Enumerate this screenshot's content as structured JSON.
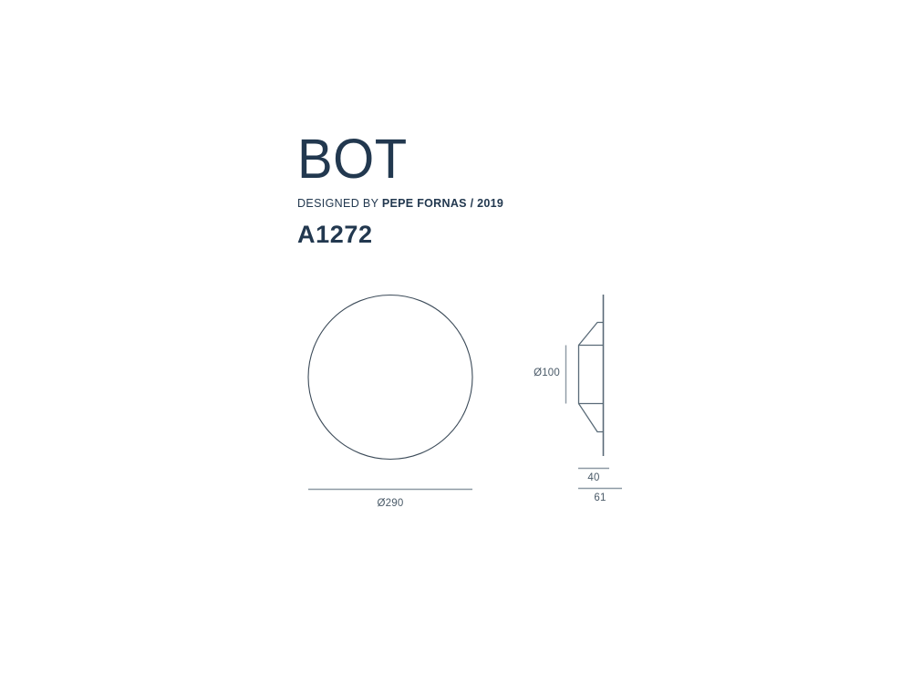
{
  "sheet": {
    "background_color": "#ffffff",
    "ink_color": "#22384f",
    "line_color": "#6b7a87"
  },
  "title_block": {
    "product_name": "BOT",
    "designed_by_prefix": "DESIGNED BY",
    "designer_credit": "PEPE FORNAS / 2019",
    "model_code": "A1272"
  },
  "drawing": {
    "front_view": {
      "shape": "circle",
      "dimension_label": "Ø290"
    },
    "side_view": {
      "shape": "wall-mounted-dome-profile",
      "height_label": "Ø100",
      "depth_label_inner": "40",
      "depth_label_outer": "61"
    }
  }
}
